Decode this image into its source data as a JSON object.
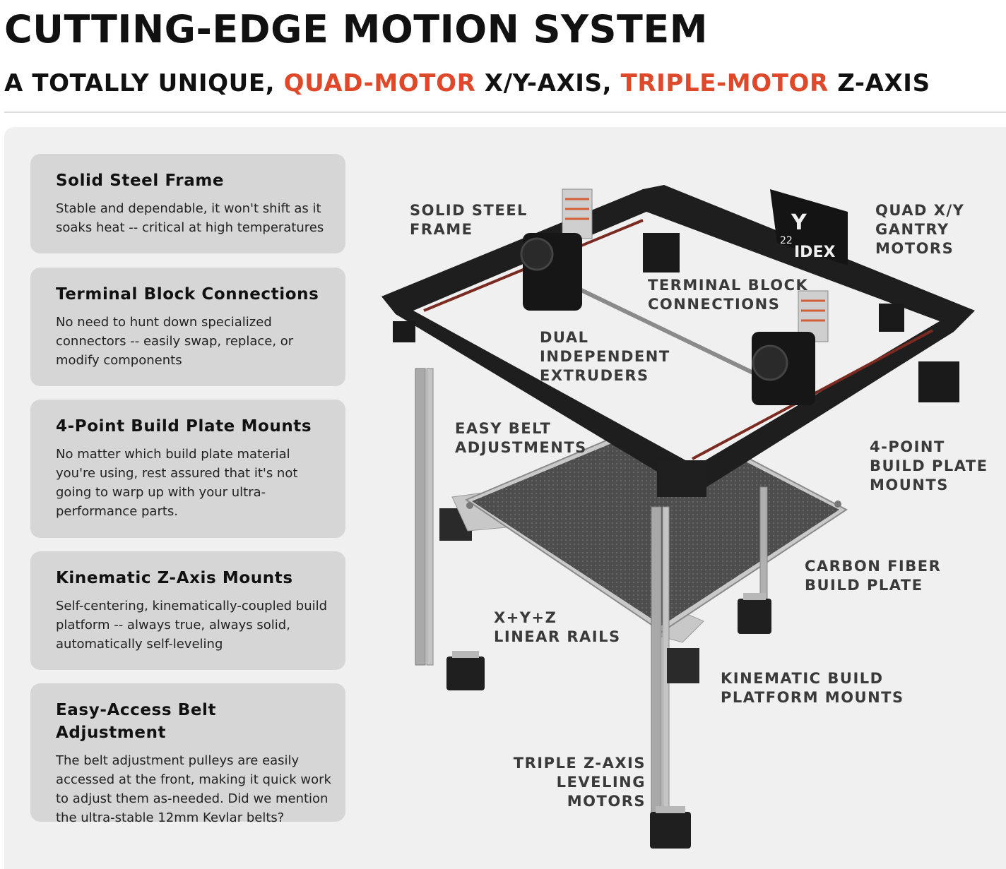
{
  "header": {
    "title": "CUTTING-EDGE MOTION SYSTEM",
    "subtitle": {
      "part1": "A TOTALLY UNIQUE, ",
      "accent1": "QUAD-MOTOR",
      "part2": " X/Y-AXIS, ",
      "accent2": "TRIPLE-MOTOR",
      "part3": " Z-AXIS"
    }
  },
  "colors": {
    "accent": "#e0482a",
    "panel_background": "#f0f0f0",
    "card_background": "#d6d6d6",
    "frame": "#1e1e1e",
    "rail": "#a8a8a8",
    "plate": "#4a4a4a"
  },
  "features": [
    {
      "title": "Solid Steel Frame",
      "description": "Stable and dependable, it won't shift as it soaks heat -- critical at high temperatures"
    },
    {
      "title": "Terminal Block Connections",
      "description": "No need to hunt down specialized connectors -- easily swap, replace, or modify components"
    },
    {
      "title": "4-Point Build Plate Mounts",
      "description": "No matter which build plate material you're using, rest assured that it's not going to warp up with your ultra-performance parts."
    },
    {
      "title": "Kinematic Z-Axis Mounts",
      "description": "Self-centering, kinematically-coupled build platform -- always true, always solid, automatically self-leveling"
    },
    {
      "title": "Easy-Access Belt Adjustment",
      "description": "The belt adjustment pulleys are easily accessed at the front, making it quick work to adjust them as-needed. Did we mention the ultra-stable 12mm Kevlar belts?"
    }
  ],
  "callouts": {
    "solid_steel_frame": "Solid Steel\nFrame",
    "quad_xy_motors": "Quad X/Y\nGantry\nMotors",
    "terminal_block": "Terminal Block\nConnections",
    "dual_extruders": "Dual\nIndependent\nExtruders",
    "easy_belt": "Easy Belt\nAdjustments",
    "build_plate_mounts": "4-Point\nBuild Plate\nMounts",
    "carbon_fiber_plate": "Carbon Fiber\nBuild Plate",
    "linear_rails": "X+Y+Z\nLinear Rails",
    "kinematic_mounts": "Kinematic Build\nPlatform Mounts",
    "triple_z_motors": "Triple Z-Axis\nLeveling\nMotors"
  },
  "printer_logo": {
    "brand_mark": "Y",
    "model_number": "22",
    "model_name": "IDEX"
  }
}
